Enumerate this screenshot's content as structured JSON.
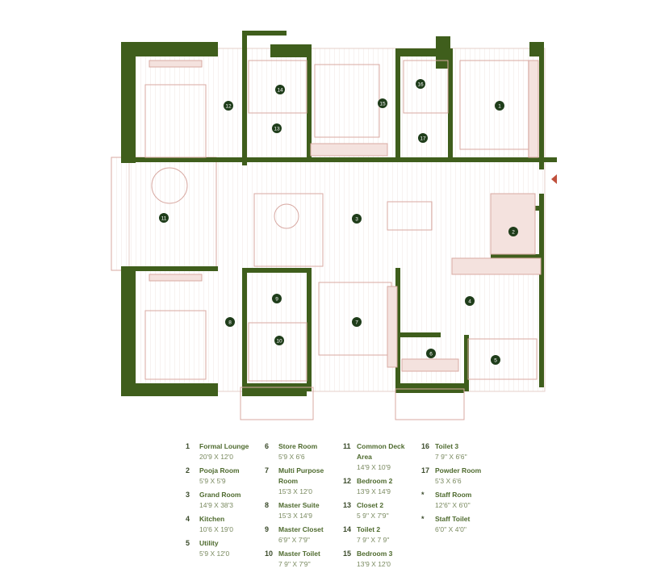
{
  "colors": {
    "wall": "#3f5e1c",
    "line": "#d8a9a2",
    "fill": "#f4e2de",
    "marker": "#1f3d1a",
    "arrow": "#c0503c"
  },
  "markers": [
    "1",
    "2",
    "3",
    "4",
    "5",
    "6",
    "7",
    "8",
    "9",
    "10",
    "11",
    "12",
    "13",
    "14",
    "15",
    "16",
    "17"
  ],
  "legend": [
    [
      {
        "num": "1",
        "name": "Formal Lounge",
        "dims": "20'9   X 12'0"
      },
      {
        "num": "2",
        "name": "Pooja Room",
        "dims": "5'9   X 5'9"
      },
      {
        "num": "3",
        "name": "Grand Room",
        "dims": "14'9   X 38'3"
      },
      {
        "num": "4",
        "name": "Kitchen",
        "dims": "10'6   X 19'0"
      },
      {
        "num": "5",
        "name": "Utility",
        "dims": "5'9   X 12'0"
      }
    ],
    [
      {
        "num": "6",
        "name": "Store Room",
        "dims": "5'9   X 6'6"
      },
      {
        "num": "7",
        "name": "Multi Purpose Room",
        "dims": "15'3   X 12'0"
      },
      {
        "num": "8",
        "name": "Master Suite",
        "dims": "15'3   X 14'9"
      },
      {
        "num": "9",
        "name": "Master Closet",
        "dims": "6'9'' X 7'9''"
      },
      {
        "num": "10",
        "name": "Master Toilet",
        "dims": "7 9'' X 7'9''"
      }
    ],
    [
      {
        "num": "11",
        "name": "Common Deck Area",
        "dims": "14'9   X 10'9"
      },
      {
        "num": "12",
        "name": "Bedroom 2",
        "dims": "13'9   X 14'9"
      },
      {
        "num": "13",
        "name": "Closet 2",
        "dims": "5 9'' X 7'9''"
      },
      {
        "num": "14",
        "name": "Toilet 2",
        "dims": "7 9'' X 7 9''"
      },
      {
        "num": "15",
        "name": "Bedroom 3",
        "dims": "13'9   X 12'0"
      }
    ],
    [
      {
        "num": "16",
        "name": "Toilet 3",
        "dims": "7 9'' X 6'6''"
      },
      {
        "num": "17",
        "name": "Powder Room",
        "dims": "5'3   X 6'6"
      },
      {
        "num": "*",
        "name": "Staff Room",
        "dims": "12'6'' X 6'0''"
      },
      {
        "num": "*",
        "name": "Staff Toilet",
        "dims": "6'0'' X 4'0''"
      }
    ]
  ]
}
